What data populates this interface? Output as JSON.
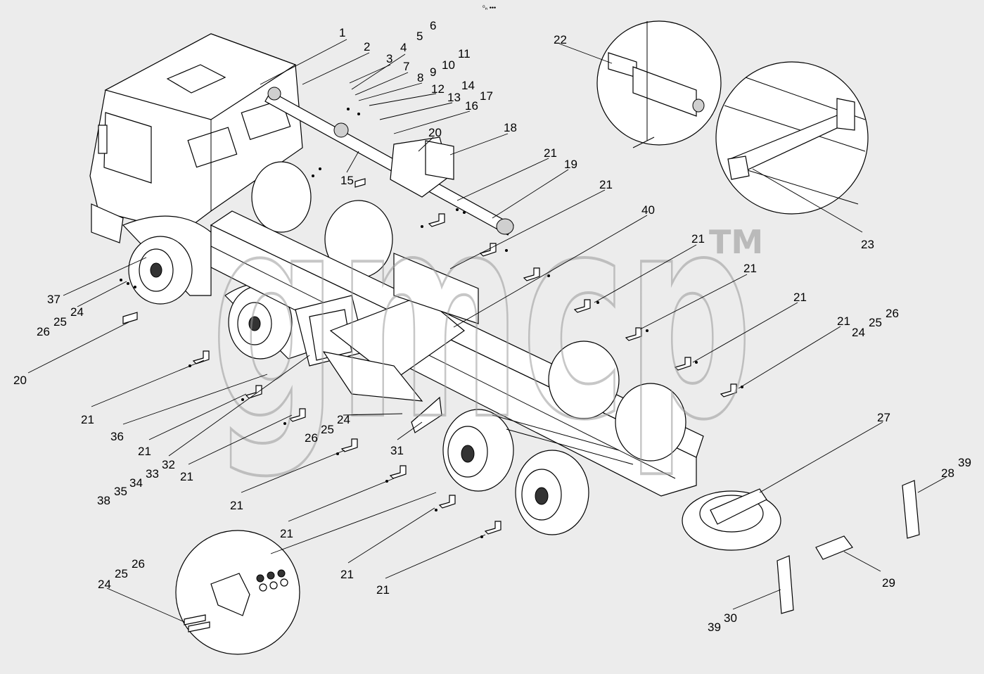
{
  "watermark": {
    "text": "gmcp",
    "mark": "TM"
  },
  "header_glyph": "⁰ₙ •••",
  "callouts": [
    {
      "id": "c1",
      "text": "1"
    },
    {
      "id": "c2",
      "text": "2"
    },
    {
      "id": "c3",
      "text": "3"
    },
    {
      "id": "c4",
      "text": "4"
    },
    {
      "id": "c5",
      "text": "5"
    },
    {
      "id": "c6",
      "text": "6"
    },
    {
      "id": "c7",
      "text": "7"
    },
    {
      "id": "c8",
      "text": "8"
    },
    {
      "id": "c9",
      "text": "9"
    },
    {
      "id": "c10",
      "text": "10"
    },
    {
      "id": "c11",
      "text": "11"
    },
    {
      "id": "c12",
      "text": "12"
    },
    {
      "id": "c13",
      "text": "13"
    },
    {
      "id": "c14",
      "text": "14"
    },
    {
      "id": "c17",
      "text": "17"
    },
    {
      "id": "c16",
      "text": "16"
    },
    {
      "id": "c20a",
      "text": "20"
    },
    {
      "id": "c18",
      "text": "18"
    },
    {
      "id": "c15",
      "text": "15"
    },
    {
      "id": "c21a",
      "text": "21"
    },
    {
      "id": "c19",
      "text": "19"
    },
    {
      "id": "c21b",
      "text": "21"
    },
    {
      "id": "c40",
      "text": "40"
    },
    {
      "id": "c22",
      "text": "22"
    },
    {
      "id": "c23",
      "text": "23"
    },
    {
      "id": "c21c",
      "text": "21"
    },
    {
      "id": "c21d",
      "text": "21"
    },
    {
      "id": "c21e",
      "text": "21"
    },
    {
      "id": "c21f",
      "text": "21"
    },
    {
      "id": "c24a",
      "text": "24"
    },
    {
      "id": "c25a",
      "text": "25"
    },
    {
      "id": "c26a",
      "text": "26"
    },
    {
      "id": "c37",
      "text": "37"
    },
    {
      "id": "c24b",
      "text": "24"
    },
    {
      "id": "c25b",
      "text": "25"
    },
    {
      "id": "c26b",
      "text": "26"
    },
    {
      "id": "c20b",
      "text": "20"
    },
    {
      "id": "c21g",
      "text": "21"
    },
    {
      "id": "c36",
      "text": "36"
    },
    {
      "id": "c21h",
      "text": "21"
    },
    {
      "id": "c32",
      "text": "32"
    },
    {
      "id": "c33",
      "text": "33"
    },
    {
      "id": "c34",
      "text": "34"
    },
    {
      "id": "c35",
      "text": "35"
    },
    {
      "id": "c38",
      "text": "38"
    },
    {
      "id": "c21i",
      "text": "21"
    },
    {
      "id": "c24c",
      "text": "24"
    },
    {
      "id": "c25c",
      "text": "25"
    },
    {
      "id": "c26c",
      "text": "26"
    },
    {
      "id": "c31",
      "text": "31"
    },
    {
      "id": "c21j",
      "text": "21"
    },
    {
      "id": "c21k",
      "text": "21"
    },
    {
      "id": "c21l",
      "text": "21"
    },
    {
      "id": "c21m",
      "text": "21"
    },
    {
      "id": "c27",
      "text": "27"
    },
    {
      "id": "c28",
      "text": "28"
    },
    {
      "id": "c39a",
      "text": "39"
    },
    {
      "id": "c29",
      "text": "29"
    },
    {
      "id": "c30",
      "text": "30"
    },
    {
      "id": "c39b",
      "text": "39"
    },
    {
      "id": "c24d",
      "text": "24"
    },
    {
      "id": "c25d",
      "text": "25"
    },
    {
      "id": "c26d",
      "text": "26"
    }
  ]
}
